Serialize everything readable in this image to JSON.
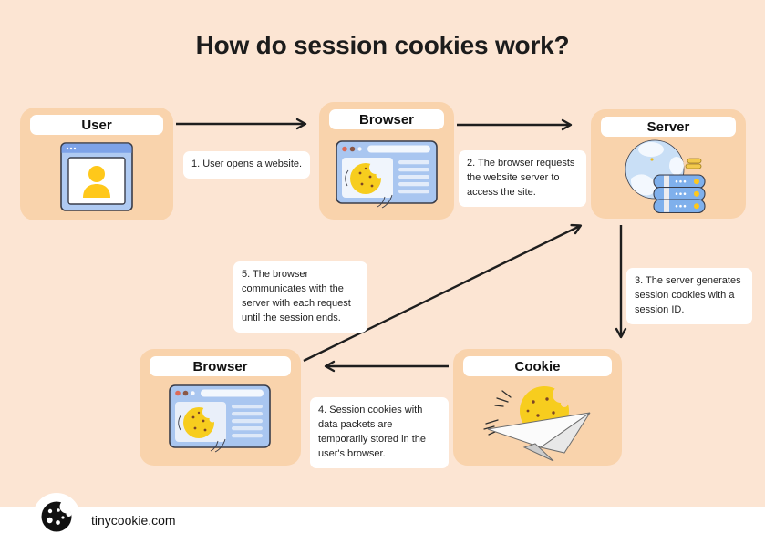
{
  "title": "How do session cookies work?",
  "nodes": {
    "user": {
      "label": "User"
    },
    "browser_top": {
      "label": "Browser"
    },
    "server": {
      "label": "Server"
    },
    "browser_bottom": {
      "label": "Browser"
    },
    "cookie": {
      "label": "Cookie"
    }
  },
  "steps": {
    "s1": "1. User opens a website.",
    "s2": "2. The browser requests the website server to access the site.",
    "s3": "3. The server generates session cookies with a session ID.",
    "s4": "4. Session cookies with data packets are temporarily stored in the user's browser.",
    "s5": "5. The browser communicates with the server with each request until the session ends."
  },
  "footer": {
    "site": "tinycookie.com"
  },
  "colors": {
    "background": "#FCE5D3",
    "node_fill": "#F9D3AC",
    "label_fill": "#FFFFFF",
    "arrow": "#1E1E1E",
    "cookie_yellow": "#F7CD1E",
    "window_blue": "#A9C6F0",
    "window_titlebar_blue": "#7DA2E8",
    "server_blue": "#7FB0EC",
    "text": "#1C1C1C"
  },
  "icons": [
    "user-window-icon",
    "browser-window-icon",
    "server-icon",
    "cookie-plane-icon",
    "cookie-logo-icon"
  ]
}
